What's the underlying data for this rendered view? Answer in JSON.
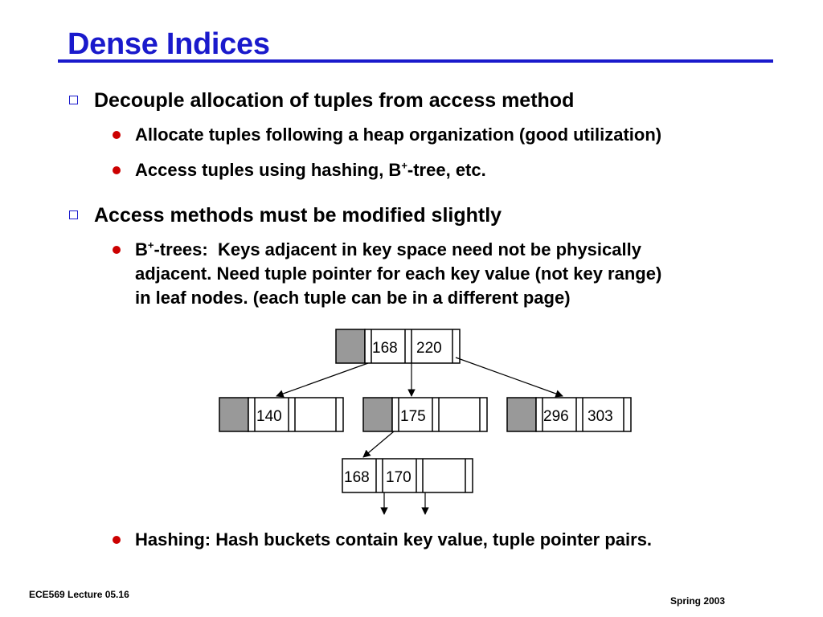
{
  "title": "Dense Indices",
  "bullets": [
    {
      "text": "Decouple allocation of tuples from access method",
      "sub": [
        "Allocate tuples following a heap organization (good utilization)",
        "Access tuples using hashing, B+-tree, etc."
      ]
    },
    {
      "text": "Access methods must be modified slightly",
      "sub": [
        "B+-trees:  Keys adjacent in key space need not be physically adjacent. Need tuple pointer for each key value (not key range) in leaf nodes. (each tuple can be in a different page)",
        "Hashing: Hash buckets contain key value, tuple pointer pairs."
      ]
    }
  ],
  "btree_lines": {
    "line1": "adjacent. Need tuple pointer for each key value (not key range)",
    "line2": "in leaf nodes. (each tuple can be in a different page)"
  },
  "tree": {
    "root": [
      "168",
      "220"
    ],
    "level2": [
      [
        "140",
        ""
      ],
      [
        "175",
        ""
      ],
      [
        "296",
        "303"
      ]
    ],
    "leaf": [
      "168",
      "170"
    ]
  },
  "colors": {
    "title": "#1a1acc",
    "bullet_square": "#1a1acc",
    "bullet_dot": "#cc0000",
    "node_shade": "#999999"
  },
  "footer": {
    "left": "ECE569  Lecture 05.16",
    "right": "Spring 2003"
  }
}
